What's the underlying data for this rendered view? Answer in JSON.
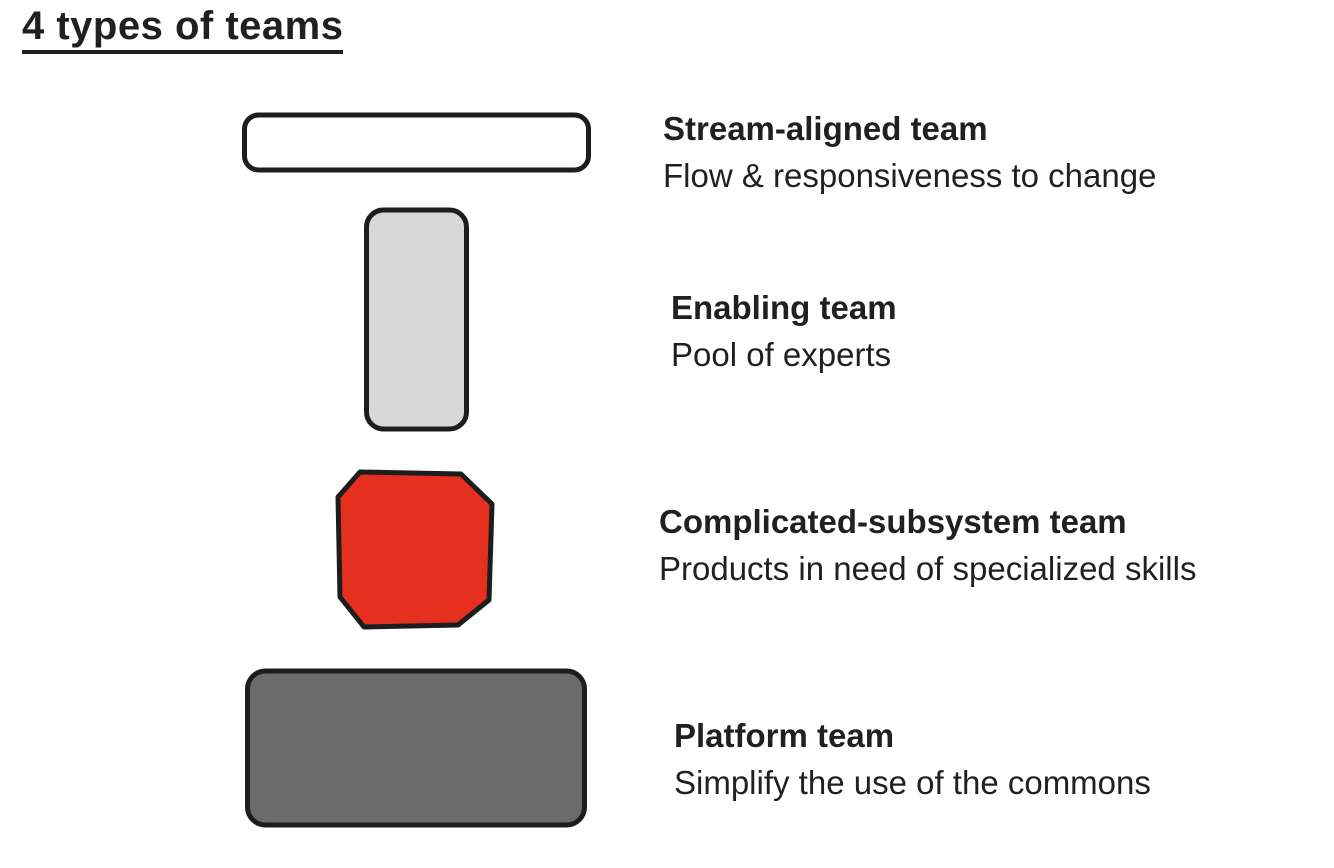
{
  "page": {
    "title": "4 types of teams",
    "background_color": "#ffffff",
    "ink_color": "#1d1d1e",
    "text_color": "#221f20"
  },
  "teams": [
    {
      "name": "Stream-aligned team",
      "description": "Flow & responsiveness to change",
      "shape": "wide-rounded-rectangle",
      "fill": "#ffffff"
    },
    {
      "name": "Enabling team",
      "description": "Pool of experts",
      "shape": "tall-rounded-rectangle",
      "fill": "#d8d8d8"
    },
    {
      "name": "Complicated-subsystem team",
      "description": "Products in need of specialized skills",
      "shape": "octagon",
      "fill": "#e5301f"
    },
    {
      "name": "Platform team",
      "description": "Simplify the use of the commons",
      "shape": "large-rounded-rectangle",
      "fill": "#6b6b6b"
    }
  ]
}
